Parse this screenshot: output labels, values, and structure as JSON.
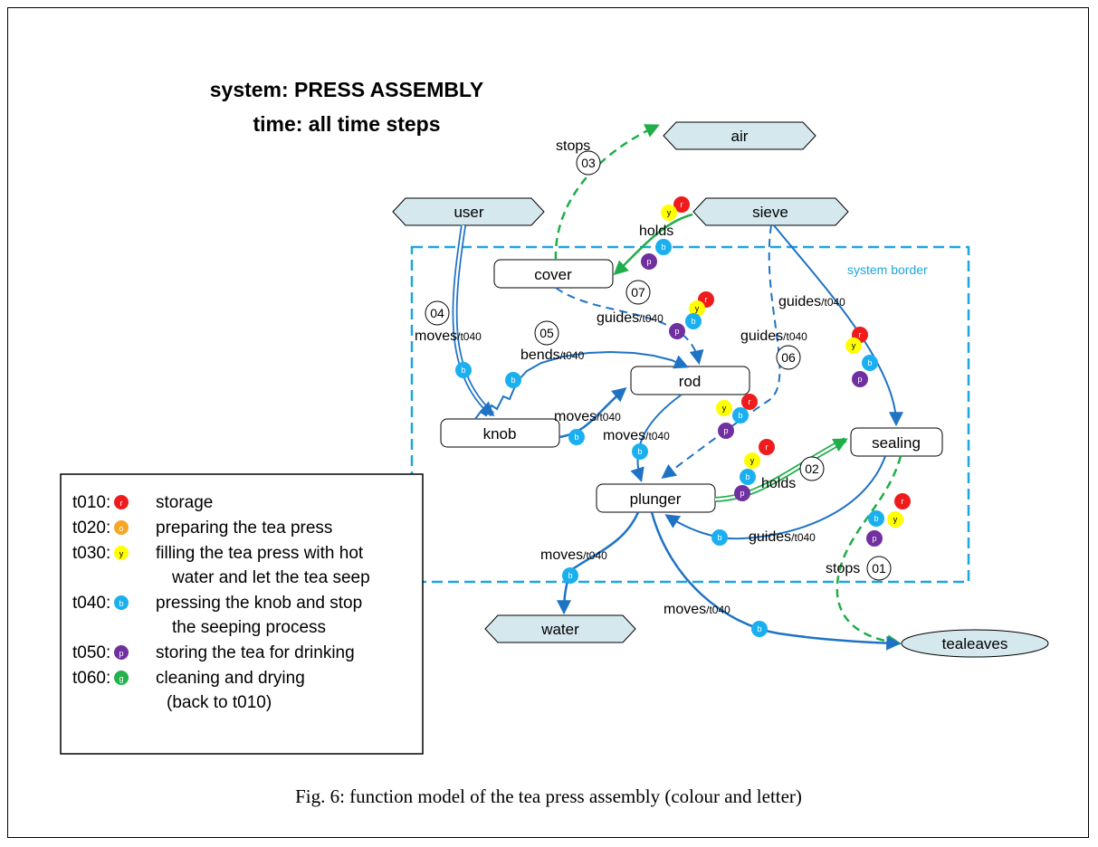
{
  "header": {
    "system_line": "system: PRESS ASSEMBLY",
    "time_line": "time: all time steps"
  },
  "system_border_label": "system border",
  "components": {
    "cover": "cover",
    "rod": "rod",
    "knob": "knob",
    "plunger": "plunger",
    "sealing": "sealing"
  },
  "external": {
    "air": "air",
    "user": "user",
    "sieve": "sieve",
    "water": "water",
    "tealeaves": "tealeaves"
  },
  "relations": {
    "stops_air": "stops",
    "holds_cover": "holds",
    "moves_user": "moves",
    "bends": "bends",
    "guides_rod": "guides",
    "guides_sieve_plunger": "guides",
    "guides_sieve_sealing": "guides",
    "moves_knob_rod": "moves",
    "moves_rod_plunger": "moves",
    "holds_sealing": "holds",
    "guides_sealing_plunger": "guides",
    "stops_tealeaves": "stops",
    "moves_water": "moves",
    "moves_tealeaves": "moves",
    "time_suffix": "/t040"
  },
  "problem_ids": [
    "01",
    "02",
    "03",
    "04",
    "05",
    "06",
    "07"
  ],
  "legend": [
    {
      "code": "t010:",
      "letter": "r",
      "color": "#ee1c1c",
      "text": "storage"
    },
    {
      "code": "t020:",
      "letter": "o",
      "color": "#f5a623",
      "text": "preparing the tea press"
    },
    {
      "code": "t030:",
      "letter": "y",
      "color": "#ffff00",
      "text": "filling the tea press with hot",
      "text2": "water and let the tea seep"
    },
    {
      "code": "t040:",
      "letter": "b",
      "color": "#1ab0f0",
      "text": "pressing the knob and stop",
      "text2": "the seeping process"
    },
    {
      "code": "t050:",
      "letter": "p",
      "color": "#7030a0",
      "text": "storing the tea for drinking"
    },
    {
      "code": "t060:",
      "letter": "g",
      "color": "#22b14c",
      "text": "cleaning and drying",
      "text2": "(back to t010)"
    }
  ],
  "colors": {
    "relation_blue": "#1f73c4",
    "border_blue": "#1ea6e0",
    "green": "#1fae4a",
    "hex_fill": "#d4e8ee",
    "dot_red": "#ee1c1c",
    "dot_yellow": "#ffff00",
    "dot_blue": "#1ab0f0",
    "dot_purple": "#7030a0"
  },
  "caption": "Fig. 6: function model of the tea press assembly (colour and letter)"
}
